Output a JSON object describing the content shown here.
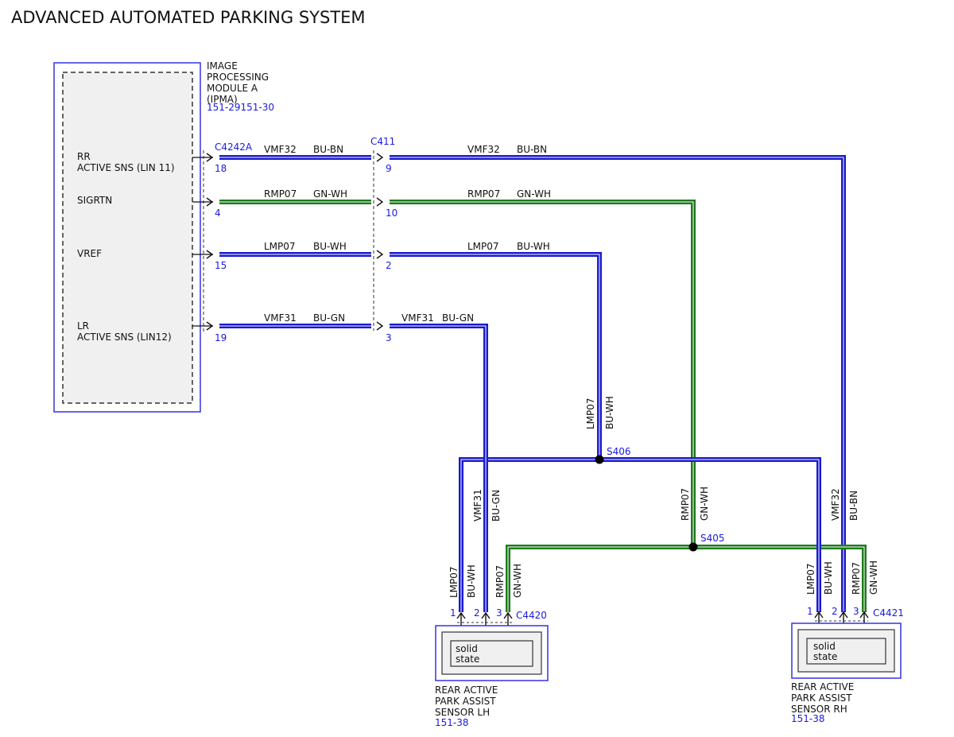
{
  "title": "ADVANCED AUTOMATED PARKING SYSTEM",
  "colors": {
    "blue": "#1a1ad0",
    "green": "#1e7a1e",
    "outline": "#3333dd",
    "ref": "#1a1adf",
    "box_fill": "#f0f0f0"
  },
  "module": {
    "name_lines": [
      "IMAGE",
      "PROCESSING",
      "MODULE A",
      "(IPMA)"
    ],
    "ref": "151-29151-30",
    "pins": {
      "rr": [
        "RR",
        "ACTIVE SNS (LIN 11)"
      ],
      "sigrtn": [
        "SIGRTN"
      ],
      "vref": [
        "VREF"
      ],
      "lr": [
        "LR",
        "ACTIVE SNS (LIN12)"
      ]
    }
  },
  "connectors": {
    "c4242a": {
      "id": "C4242A",
      "pins": [
        "18",
        "4",
        "15",
        "19"
      ]
    },
    "c411": {
      "id": "C411",
      "pins": [
        "9",
        "10",
        "2",
        "3"
      ]
    },
    "c4420": {
      "id": "C4420",
      "pins": [
        "1",
        "2",
        "3"
      ]
    },
    "c4421": {
      "id": "C4421",
      "pins": [
        "1",
        "2",
        "3"
      ]
    }
  },
  "circuits": {
    "vmf32": {
      "circuit": "VMF32",
      "color": "BU-BN"
    },
    "rmp07": {
      "circuit": "RMP07",
      "color": "GN-WH"
    },
    "lmp07": {
      "circuit": "LMP07",
      "color": "BU-WH"
    },
    "vmf31": {
      "circuit": "VMF31",
      "color": "BU-GN"
    }
  },
  "splices": {
    "s406": "S406",
    "s405": "S405"
  },
  "sensors": {
    "lh": {
      "inner": [
        "solid",
        "state"
      ],
      "name_lines": [
        "REAR ACTIVE",
        "PARK ASSIST",
        "SENSOR LH"
      ],
      "ref": "151-38"
    },
    "rh": {
      "inner": [
        "solid",
        "state"
      ],
      "name_lines": [
        "REAR ACTIVE",
        "PARK ASSIST",
        "SENSOR RH"
      ],
      "ref": "151-38"
    }
  }
}
